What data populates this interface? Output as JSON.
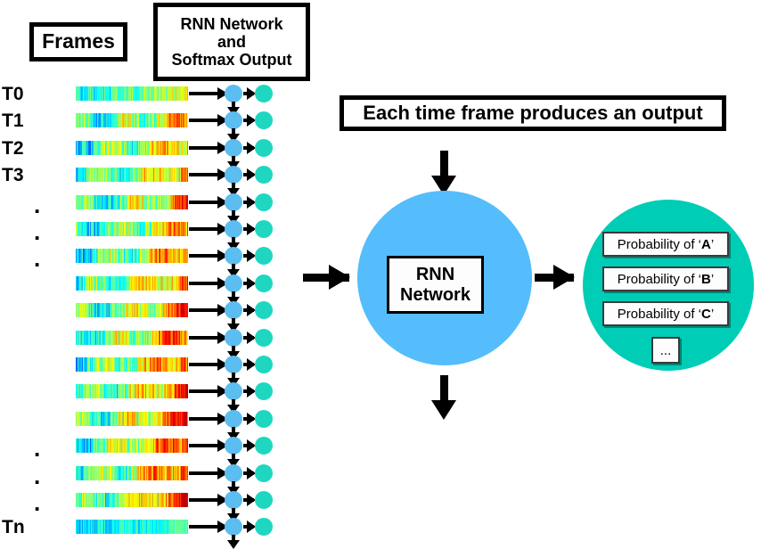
{
  "figure": {
    "title": "RNN speech recognition per-frame softmax output diagram",
    "colors": {
      "node_blue": "#5BBDF0",
      "node_teal": "#1FD7C1",
      "big_blue_circle": "#55BDFC",
      "big_teal_circle": "#00CDB5",
      "outline": "#000000",
      "background": "#FFFFFF"
    }
  },
  "left_panel": {
    "frames_box_label": "Frames",
    "rnn_softmax_box": {
      "line1": "RNN Network",
      "line2": "and",
      "line3": "Softmax Output"
    },
    "rows": [
      {
        "label": "T0",
        "type": "time"
      },
      {
        "label": "T1",
        "type": "time"
      },
      {
        "label": "T2",
        "type": "time"
      },
      {
        "label": "T3",
        "type": "time"
      },
      {
        "label": ".",
        "type": "ellipsis"
      },
      {
        "label": ".",
        "type": "ellipsis"
      },
      {
        "label": ".",
        "type": "ellipsis"
      },
      {
        "label": "",
        "type": "blank"
      },
      {
        "label": "",
        "type": "blank"
      },
      {
        "label": "",
        "type": "blank"
      },
      {
        "label": "",
        "type": "blank"
      },
      {
        "label": "",
        "type": "blank"
      },
      {
        "label": "",
        "type": "blank"
      },
      {
        "label": ".",
        "type": "ellipsis"
      },
      {
        "label": ".",
        "type": "ellipsis"
      },
      {
        "label": ".",
        "type": "ellipsis"
      },
      {
        "label": "Tn",
        "type": "time"
      }
    ]
  },
  "right_panel": {
    "caption_box_label": "Each time frame produces an output",
    "rnn_circle": {
      "box_line1": "RNN",
      "box_line2": "Network"
    },
    "softmax_circle": {
      "outputs": [
        {
          "prefix": "Probability of ‘",
          "symbol": "A",
          "suffix": "’"
        },
        {
          "prefix": "Probability of ‘",
          "symbol": "B",
          "suffix": "’"
        },
        {
          "prefix": "Probability of ‘",
          "symbol": "C",
          "suffix": "’"
        }
      ],
      "ellipsis_label": "..."
    }
  }
}
